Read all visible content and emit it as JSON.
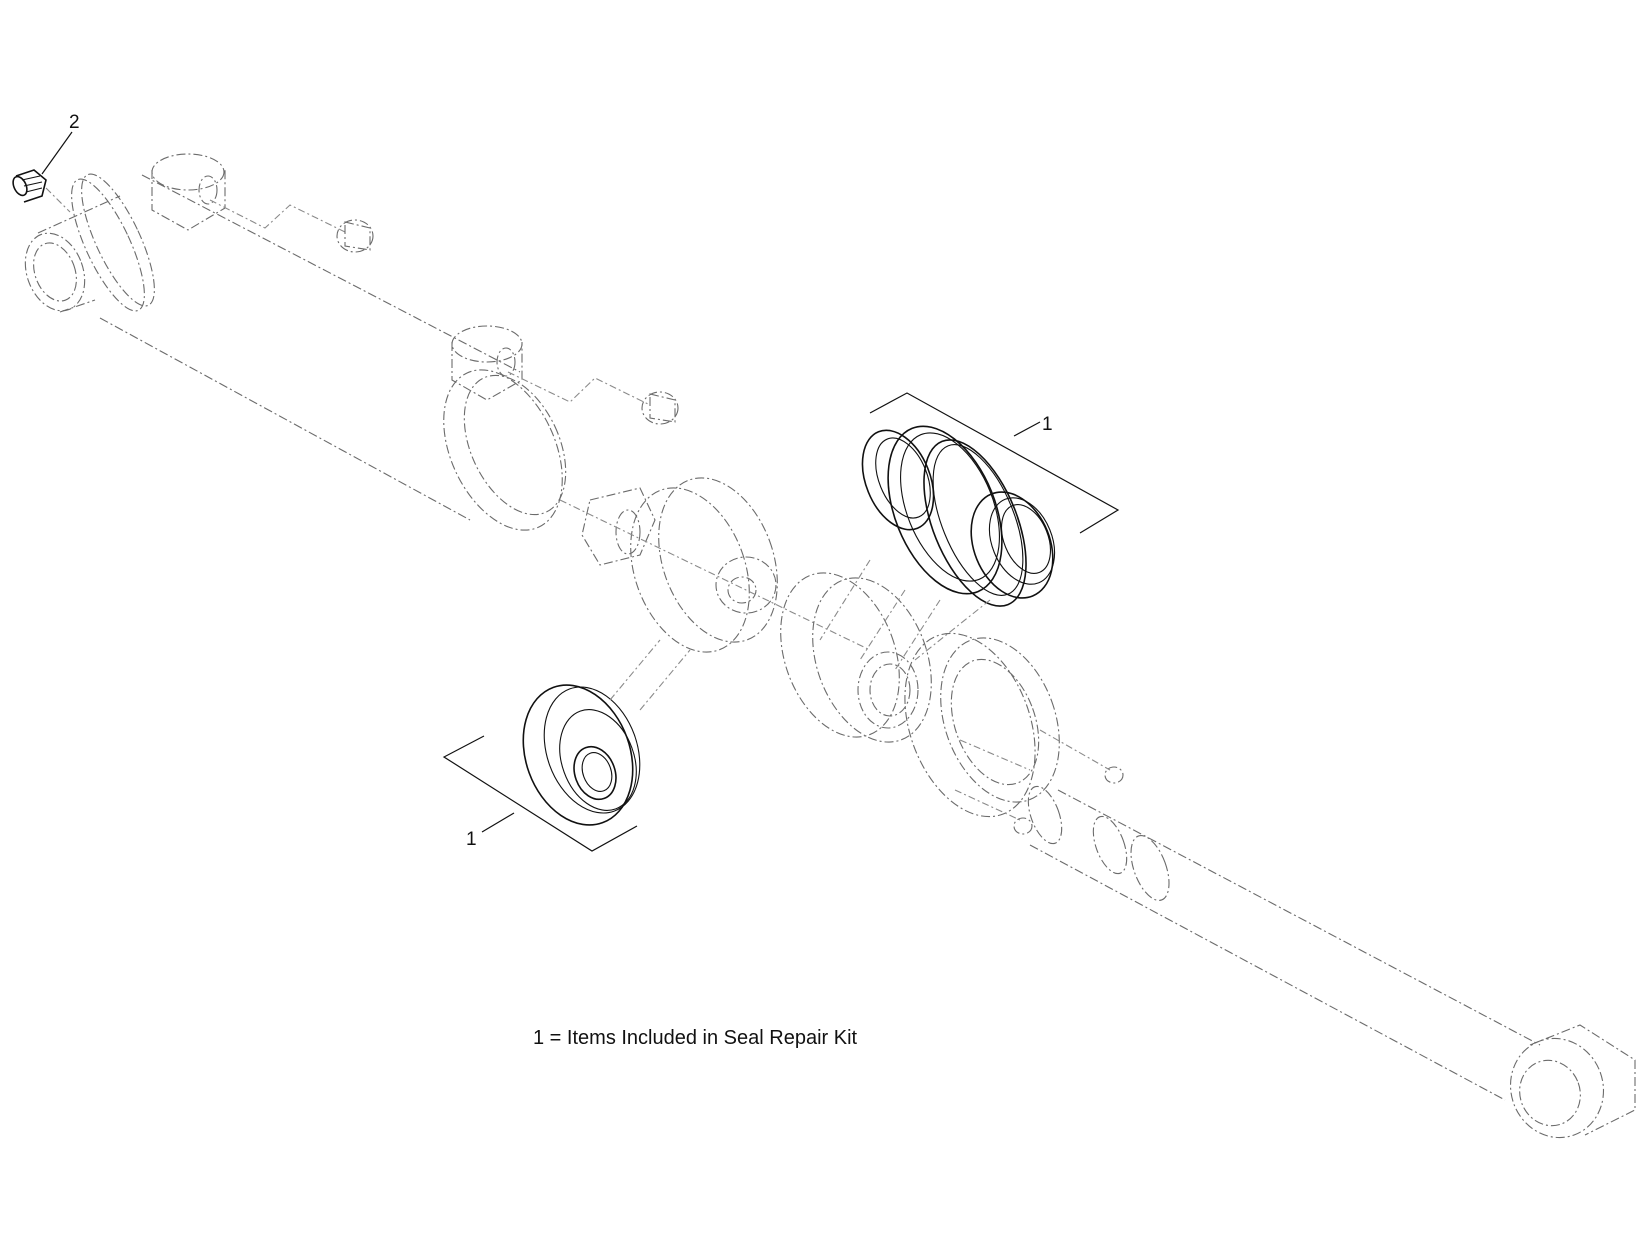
{
  "callouts": {
    "grease_fitting": "2",
    "seal_kit_top": "1",
    "seal_kit_bottom": "1"
  },
  "note": "1 = Items Included in Seal Repair Kit"
}
